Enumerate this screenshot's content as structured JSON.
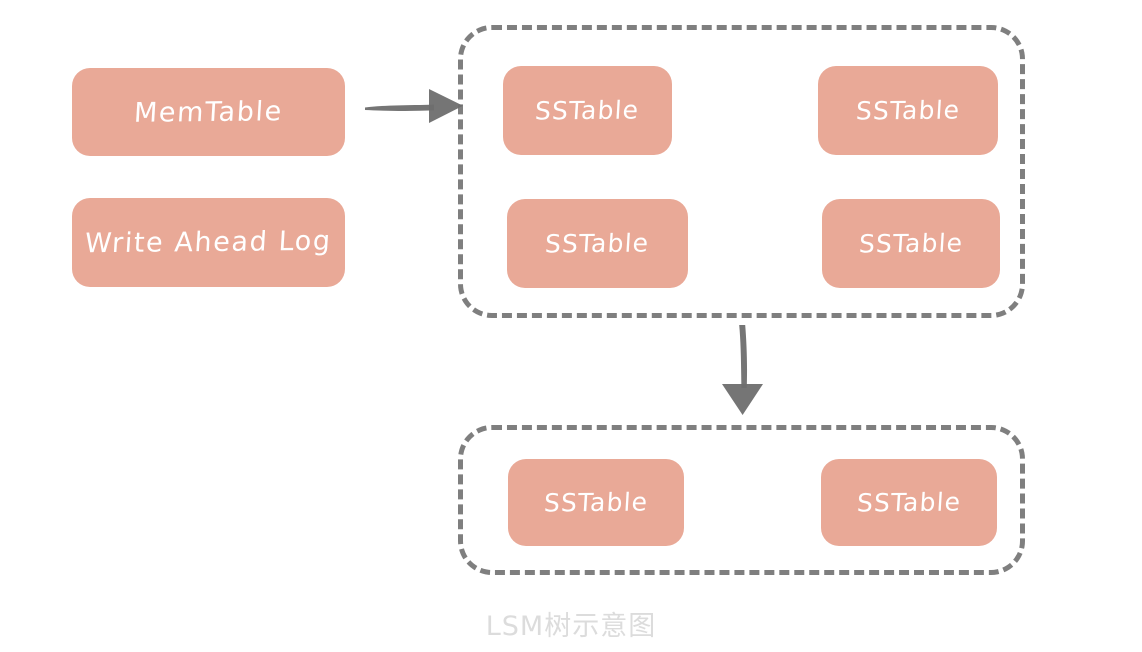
{
  "diagram": {
    "title": "LSM树示意图",
    "caption": "LSM树示意图",
    "colors": {
      "node_fill": "#e9a997",
      "node_text": "#ffffff",
      "group_border": "#7f7f7f",
      "arrow": "#6e6e6e",
      "caption_text": "#dcdcdc",
      "background": "#ffffff"
    },
    "left_nodes": [
      {
        "id": "memtable",
        "label": "MemTable"
      },
      {
        "id": "write-ahead-log",
        "label": "Write Ahead Log"
      }
    ],
    "groups": [
      {
        "id": "level-0-group",
        "nodes": [
          {
            "id": "sstable-l0-1",
            "label": "SSTable"
          },
          {
            "id": "sstable-l0-2",
            "label": "SSTable"
          },
          {
            "id": "sstable-l0-3",
            "label": "SSTable"
          },
          {
            "id": "sstable-l0-4",
            "label": "SSTable"
          }
        ]
      },
      {
        "id": "level-1-group",
        "nodes": [
          {
            "id": "sstable-l1-1",
            "label": "SSTable"
          },
          {
            "id": "sstable-l1-2",
            "label": "SSTable"
          }
        ]
      }
    ],
    "arrows": [
      {
        "id": "memtable-to-level0",
        "direction": "right"
      },
      {
        "id": "level0-to-level1",
        "direction": "down"
      }
    ]
  }
}
